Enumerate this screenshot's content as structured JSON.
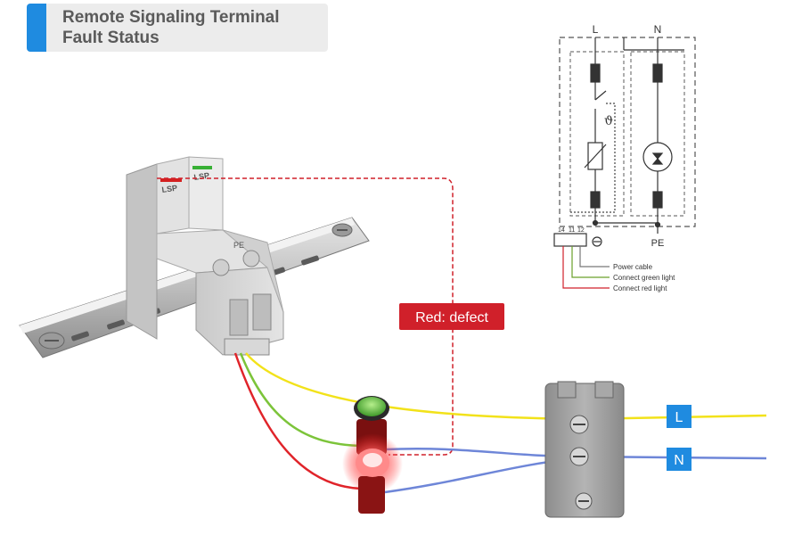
{
  "header": {
    "title_line1": "Remote Signaling Terminal",
    "title_line2": "Fault Status"
  },
  "callout": {
    "label": "Red: defect",
    "color": "#d0202a"
  },
  "spd_device": {
    "brand": "LSP",
    "terminal_label": "PE"
  },
  "schematic": {
    "phase_label": "L",
    "neutral_label": "N",
    "earth_label": "PE",
    "thermal_symbol": "ϑ",
    "terminal_numbers": [
      "14",
      "11",
      "12"
    ],
    "legend": [
      "Power cable",
      "Connect green light",
      "Connect red light"
    ]
  },
  "terminal_block": {
    "line_tag": "L",
    "neutral_tag": "N",
    "tag_color": "#1f8be0"
  },
  "wire_colors": {
    "yellow": "#f2e21a",
    "green": "#7cc43a",
    "red": "#e0242a",
    "blue": "#6e86d8"
  },
  "indicator_lights": {
    "green_light": "green",
    "red_light": "red"
  }
}
